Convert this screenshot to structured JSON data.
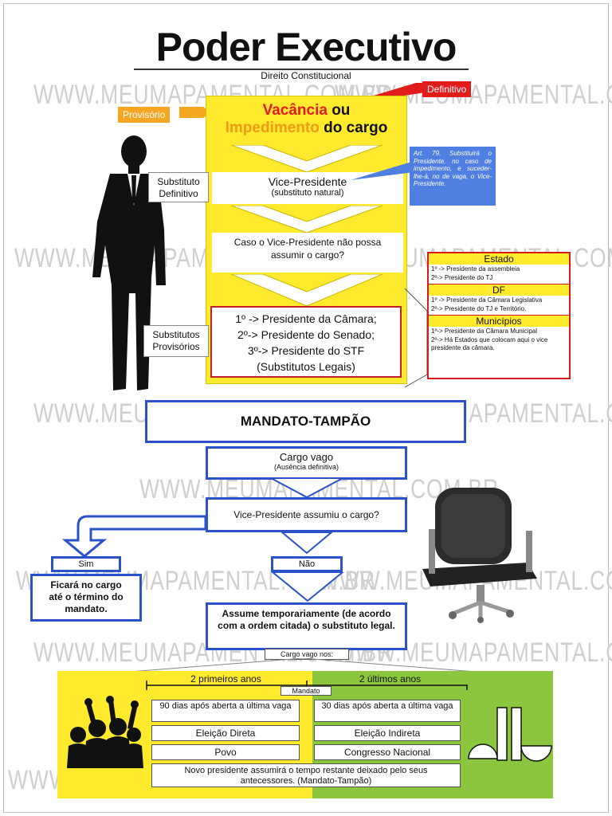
{
  "header": {
    "title": "Poder Executivo",
    "subtitle": "Direito Constitucional"
  },
  "watermark": "WWW.MEUMAPAMENTAL.COM.BR",
  "tags": {
    "provisorio": "Provisório",
    "definitivo": "Definitivo"
  },
  "top_box": {
    "vacancia": "Vacância",
    "ou": " ou",
    "impedimento": "Impedimento",
    "do_cargo": " do cargo"
  },
  "vice": {
    "title": "Vice-Presidente",
    "sub": "(substituto natural)"
  },
  "note_art79": "Art. 79. Substituirá o Presidente, no caso de impedimento, e suceder-lhe-á, no de vaga, o Vice-Presidente.",
  "question1": "Caso o Vice-Presidente não possa assumir o cargo?",
  "substitutes": {
    "line1": "1º -> Presidente da Câmara;",
    "line2": "2º-> Presidente do Senado;",
    "line3": "3º-> Presidente do STF",
    "line4": "(Substitutos Legais)"
  },
  "side_labels": {
    "definitivo": "Substituto Definitivo",
    "provisorios": "Substitutos Provisórios"
  },
  "states_panel": {
    "estado_title": "Estado",
    "estado_l1": "1º -> Presidente da assembleia",
    "estado_l2": "2º-> Presidente do TJ",
    "df_title": "DF",
    "df_l1": "1º -> Presidente da Câmara Legislativa",
    "df_l2": "2º-> Presidente do TJ e Território.",
    "mun_title": "Municípios",
    "mun_l1": "1º-> Presidente da Câmara Municipal",
    "mun_l2": "2º-> Há Estados que colocam aqui o vice presidente da câmara."
  },
  "mandato": {
    "title": "MANDATO-TAMPÃO",
    "cargo_vago": "Cargo vago",
    "ausencia": "(Ausência definitiva)",
    "question": "Vice-Presidente assumiu o cargo?",
    "sim": "Sim",
    "nao": "Não",
    "sim_text": "Ficará no cargo até o término do mandato.",
    "assume": "Assume temporariamente (de acordo com a ordem citada) o substituto legal.",
    "cargo_vago_nos": "Cargo vago nos:"
  },
  "bottom": {
    "left_header": "2 primeiros anos",
    "right_header": "2 últimos anos",
    "mandato_label": "Mandato",
    "left_1": "90 dias após aberta a última vaga",
    "left_2": "Eleição Direta",
    "left_3": "Povo",
    "right_1": "30 dias após aberta a última vaga",
    "right_2": "Eleição Indireta",
    "right_3": "Congresso Nacional",
    "footer": "Novo presidente assumirá o tempo restante deixado pelo seus antecessores. (Mandato-Tampão)"
  },
  "colors": {
    "yellow": "#ffea2e",
    "orange": "#f5a623",
    "red": "#e21b1b",
    "blue": "#2a52c9",
    "green": "#8cc63f",
    "vacancia_red": "#e31b23"
  }
}
